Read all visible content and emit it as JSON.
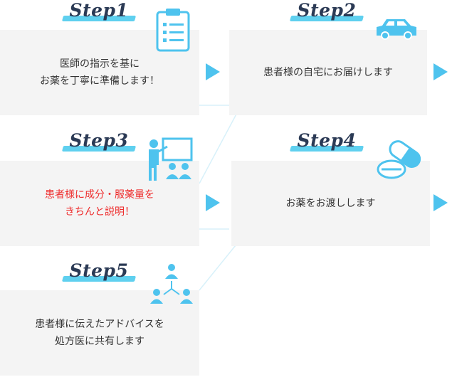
{
  "colors": {
    "accent": "#4ec3ee",
    "highlight": "#5fd0ef",
    "box_bg": "#f4f4f4",
    "emphasis_text": "#ee2b2b"
  },
  "steps": [
    {
      "title": "Step1",
      "text": "医師の指示を基に\nお薬を丁寧に準備します！",
      "icon": "clipboard-icon"
    },
    {
      "title": "Step2",
      "text": "患者様の自宅にお届けします",
      "icon": "car-icon"
    },
    {
      "title": "Step3",
      "text": "患者様に成分・服薬量を\nきちんと説明！",
      "icon": "presentation-icon"
    },
    {
      "title": "Step4",
      "text": "お薬をお渡しします",
      "icon": "pill-capsule-icon"
    },
    {
      "title": "Step5",
      "text": "患者様に伝えたアドバイスを\n処方医に共有します",
      "icon": "network-people-icon"
    }
  ]
}
